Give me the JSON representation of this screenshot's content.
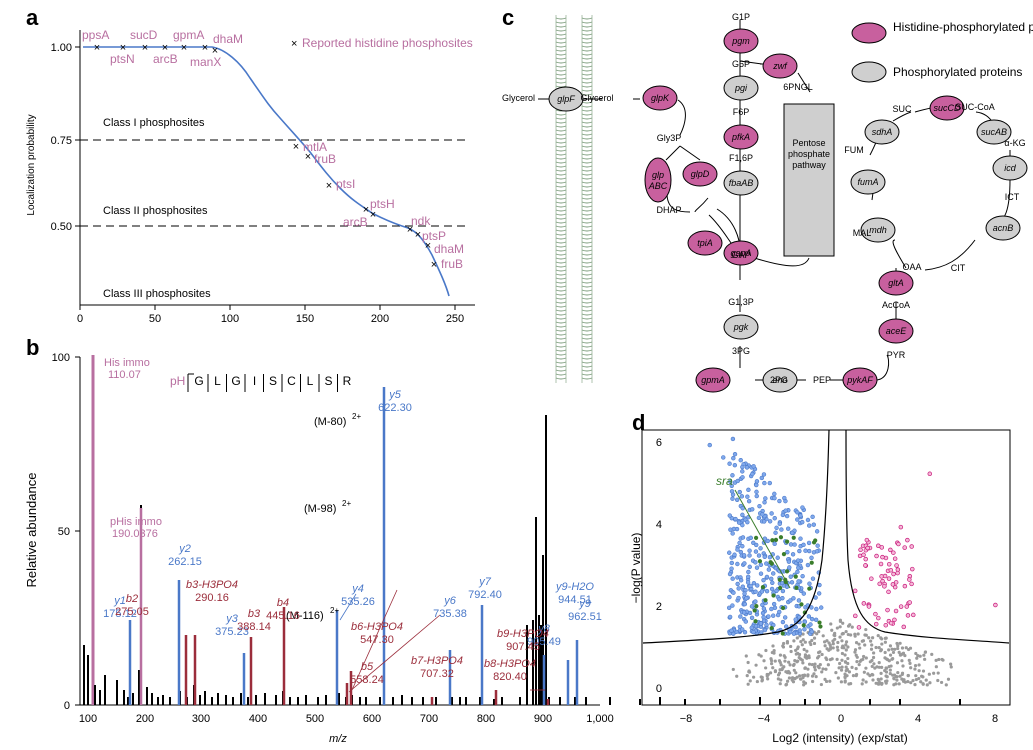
{
  "panel_labels": {
    "a": "a",
    "b": "b",
    "c": "c",
    "d": "d"
  },
  "colors": {
    "histidine": "#b86fa0",
    "histidine_fill": "#c8609e",
    "phospho_fill": "#cfcfcf",
    "blue": "#4a78c8",
    "red": "#9b2d3b",
    "green": "#3a7d2b",
    "pink": "#c8197a",
    "gray": "#9a9a9a"
  },
  "panel_a": {
    "legend": "Reported histidine phosphosites",
    "ylabel": "Localization probability",
    "yticks": [
      "1.00",
      "0.75",
      "0.50"
    ],
    "xticks": [
      "0",
      "50",
      "100",
      "150",
      "200",
      "250"
    ],
    "class_labels": [
      "Class I phosphosites",
      "Class II phosphosites",
      "Class III phosphosites"
    ],
    "site_labels": [
      "ppsA",
      "sucD",
      "gpmA",
      "dhaM",
      "ptsN",
      "arcB",
      "manX",
      "mtlA",
      "fruB",
      "ptsI",
      "ptsH",
      "arcB",
      "ndk",
      "ptsP",
      "dhaM",
      "fruB"
    ]
  },
  "panel_b": {
    "ylabel": "Relative abundance",
    "xlabel": "m/z",
    "yticks": [
      "0",
      "50",
      "100"
    ],
    "xticks": [
      "100",
      "200",
      "300",
      "400",
      "500",
      "600",
      "700",
      "800",
      "900",
      "1,000"
    ],
    "peptide_prefix": "pH",
    "peptide": [
      "G",
      "L",
      "G",
      "I",
      "S",
      "C",
      "L",
      "S",
      "R"
    ],
    "annotations": {
      "his_immo": "His immo",
      "his_immo_mz": "110.07",
      "phis_immo": "pHis immo",
      "phis_immo_mz": "190.0376",
      "m80": "(M-80)",
      "m98": "(M-98)",
      "m116": "(M-116)",
      "charge": "2+"
    },
    "blue_ions": [
      {
        "label": "y1",
        "mz": "175.12"
      },
      {
        "label": "y2",
        "mz": "262.15"
      },
      {
        "label": "y3",
        "mz": "375.23"
      },
      {
        "label": "y4",
        "mz": "535.26"
      },
      {
        "label": "y5",
        "mz": "622.30"
      },
      {
        "label": "y6",
        "mz": "735.38"
      },
      {
        "label": "y7",
        "mz": "792.40"
      },
      {
        "label": "y8",
        "mz": "905.49"
      },
      {
        "label": "y9-H2O",
        "mz": "944.51"
      },
      {
        "label": "y9",
        "mz": "962.51"
      }
    ],
    "red_ions": [
      {
        "label": "b2",
        "mz": "275.05"
      },
      {
        "label": "b3-H3PO4",
        "mz": "290.16"
      },
      {
        "label": "b3",
        "mz": "388.14"
      },
      {
        "label": "b4",
        "mz": "445.16"
      },
      {
        "label": "b5",
        "mz": "558.24"
      },
      {
        "label": "b6-H3PO4",
        "mz": "547.30"
      },
      {
        "label": "b7-H3PO4",
        "mz": "707.32"
      },
      {
        "label": "b8-H3PO4",
        "mz": "820.40"
      },
      {
        "label": "b9-H3PO4",
        "mz": "907.45"
      }
    ]
  },
  "panel_c": {
    "legend_his": "Histidine-phosphorylated proteins",
    "legend_phos": "Phosphorylated proteins",
    "metabolites": [
      "Glycerol",
      "Glycerol",
      "Gly3P",
      "DHAP",
      "G1P",
      "G6P",
      "F6P",
      "F1,6P",
      "GAP",
      "G1,3P",
      "3PG",
      "2PG",
      "PEP",
      "PYR",
      "AcCoA",
      "6PNGL",
      "SUC",
      "SUC-CoA",
      "α-KG",
      "ICT",
      "CIT",
      "OAA",
      "MAL",
      "FUM"
    ],
    "pentose_box": "Pentose phosphate pathway",
    "enzymes_his": [
      "pgm",
      "zwf",
      "glpK",
      "pfkA",
      "glpABC",
      "glpD",
      "tpiA",
      "gapA",
      "gpmA",
      "pykAF",
      "aceE",
      "gltA",
      "sucCD"
    ],
    "enzymes_phos": [
      "glpF",
      "pgi",
      "fbaAB",
      "pgk",
      "eno",
      "sdhA",
      "sucAB",
      "fumA",
      "icd",
      "mdh",
      "acnB"
    ]
  },
  "panel_d": {
    "ylabel": "−log(P value)",
    "xlabel": "Log2 (intensity) (exp/stat)",
    "yticks": [
      "0",
      "2",
      "4",
      "6"
    ],
    "xticks": [
      "−8",
      "−4",
      "0",
      "4",
      "8"
    ],
    "annotation": "sra"
  }
}
